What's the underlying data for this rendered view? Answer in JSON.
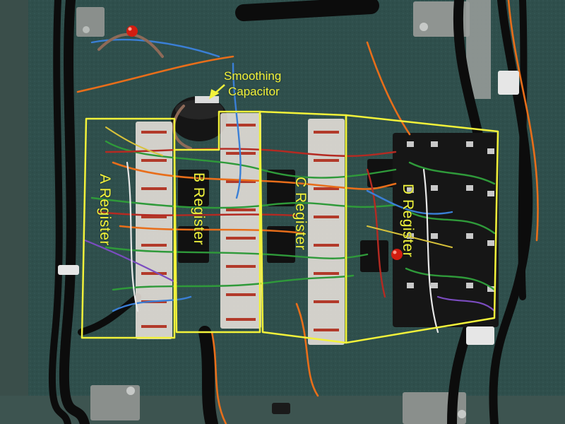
{
  "annotations": {
    "capacitor_line1": "Smoothing",
    "capacitor_line2": "Capacitor",
    "register_a": "A Register",
    "register_b": "B Register",
    "register_c": "C Register",
    "register_d": "D Register"
  },
  "colors": {
    "annotation": "#f2f23a",
    "board": "#2f4f4c",
    "hinge": "#8a8f8c"
  }
}
